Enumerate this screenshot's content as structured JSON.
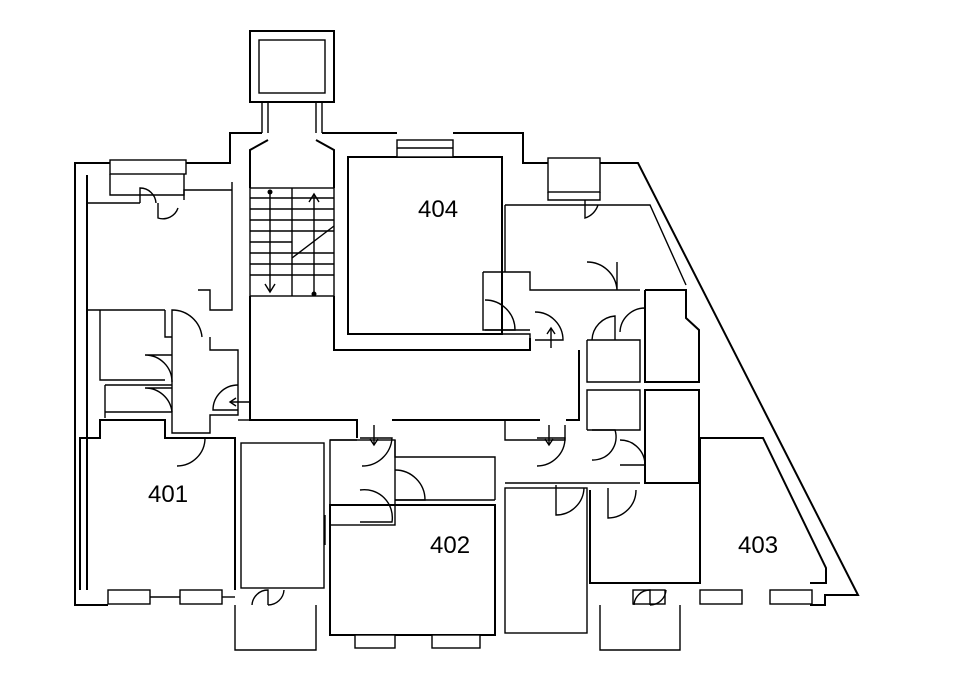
{
  "rooms": [
    {
      "id": "r401",
      "label": "401"
    },
    {
      "id": "r402",
      "label": "402"
    },
    {
      "id": "r403",
      "label": "403"
    },
    {
      "id": "r404",
      "label": "404"
    }
  ],
  "colors": {
    "line": "#000000",
    "background": "#ffffff"
  }
}
